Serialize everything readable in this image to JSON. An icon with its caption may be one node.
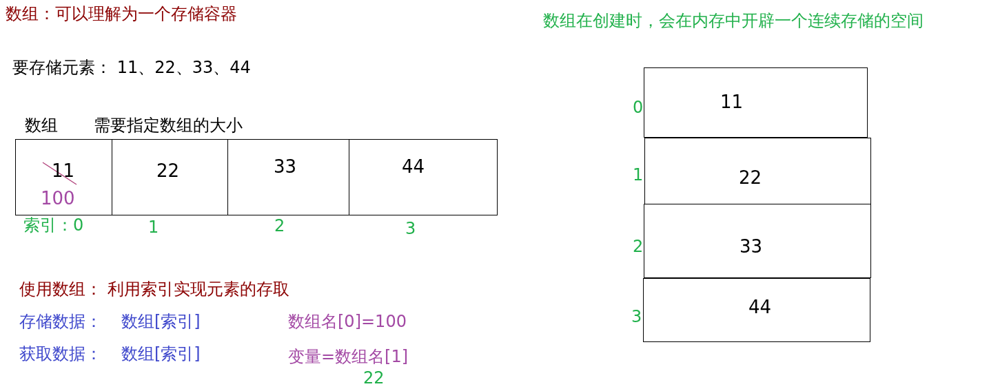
{
  "diagram": {
    "nodes": [
      {
        "text": [
          "11",
          "100"
        ]
      },
      {
        "text": [
          "22"
        ]
      },
      {
        "text": [
          "33"
        ]
      },
      {
        "text": [
          "44"
        ]
      },
      {
        "text": [
          "11"
        ]
      },
      {
        "text": [
          "22"
        ]
      },
      {
        "text": [
          "33"
        ]
      },
      {
        "text": [
          "44"
        ]
      }
    ],
    "edges": [],
    "labels": [
      "数组：可以理解为一个存储容器",
      "数组在创建时，会在内存中开辟一个连续存储的空间",
      "要存储元素： 11、22、33、44",
      "数组",
      "需要指定数组的大小",
      "0",
      "1",
      "2",
      "3",
      "索引：0",
      "1",
      "2",
      "3",
      "使用数组： 利用索引实现元素的存取",
      "存储数据：",
      "数组[索引]",
      "数组名[0]=100",
      "获取数据：",
      "数组[索引]",
      "变量=数组名[1]",
      "22"
    ]
  }
}
